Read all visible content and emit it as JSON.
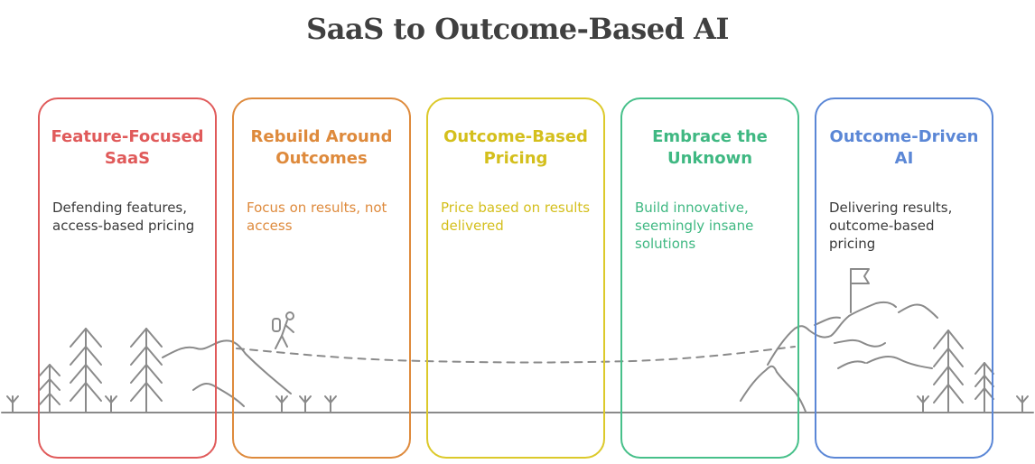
{
  "title": "SaaS to Outcome-Based AI",
  "stages": [
    {
      "title": "Feature-Focused SaaS",
      "description": "Defending features, access-based pricing",
      "color": "#e05a5a"
    },
    {
      "title": "Rebuild Around Outcomes",
      "description": "Focus on results, not access",
      "color": "#de8a3c"
    },
    {
      "title": "Outcome-Based Pricing",
      "description": "Price based on results delivered",
      "color": "#d4bf1c"
    },
    {
      "title": "Embrace the Unknown",
      "description": "Build innovative, seemingly insane solutions",
      "color": "#3fb882"
    },
    {
      "title": "Outcome-Driven AI",
      "description": "Delivering results, outcome-based pricing",
      "color": "#5b87d6"
    }
  ],
  "illustration": {
    "elements": [
      "pine-tree-icon",
      "hill-icon",
      "hiker-icon",
      "dashed-path",
      "mountain-icon",
      "summit-flag-icon",
      "grass-icon",
      "ground-line"
    ]
  }
}
